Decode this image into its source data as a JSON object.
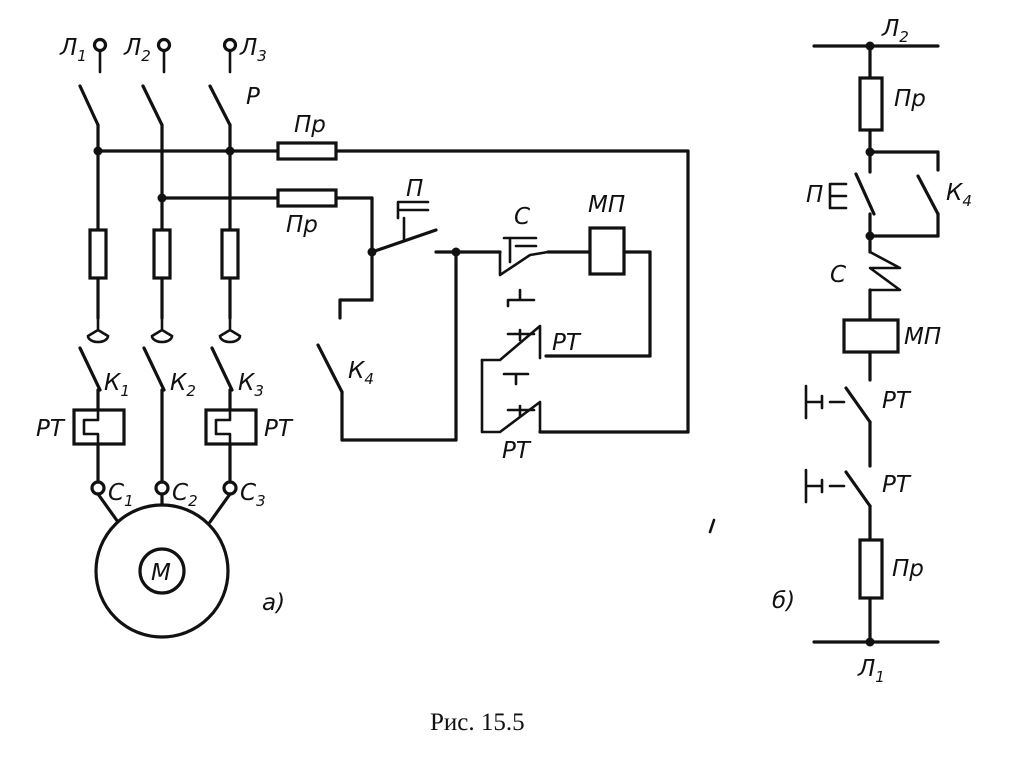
{
  "figure_caption": "Рис. 15.5",
  "scheme_a": {
    "marker": "а)",
    "lines": [
      {
        "name": "Л",
        "index": "1"
      },
      {
        "name": "Л",
        "index": "2"
      },
      {
        "name": "Л",
        "index": "3"
      }
    ],
    "switch": "Р",
    "fuse_top": "Пр",
    "fuse_mid": "Пр",
    "button_start": "П",
    "contact_k4": {
      "name": "К",
      "index": "4"
    },
    "button_stop": "С",
    "coil": "МП",
    "relay_1": "РТ",
    "relay_2": "РТ",
    "contactors": [
      {
        "name": "К",
        "index": "1"
      },
      {
        "name": "К",
        "index": "2"
      },
      {
        "name": "К",
        "index": "3"
      }
    ],
    "relay_left": "РТ",
    "relay_right": "РТ",
    "terminals": [
      {
        "name": "С",
        "index": "1"
      },
      {
        "name": "С",
        "index": "2"
      },
      {
        "name": "С",
        "index": "3"
      }
    ],
    "motor": "М"
  },
  "scheme_b": {
    "marker": "б)",
    "line_top": {
      "name": "Л",
      "index": "2"
    },
    "fuse_top": "Пр",
    "button_start": "П",
    "contact_k4": {
      "name": "К",
      "index": "4"
    },
    "button_stop": "С",
    "coil": "МП",
    "relay_1": "РТ",
    "relay_2": "РТ",
    "fuse_bottom": "Пр",
    "line_bottom": {
      "name": "Л",
      "index": "1"
    }
  }
}
